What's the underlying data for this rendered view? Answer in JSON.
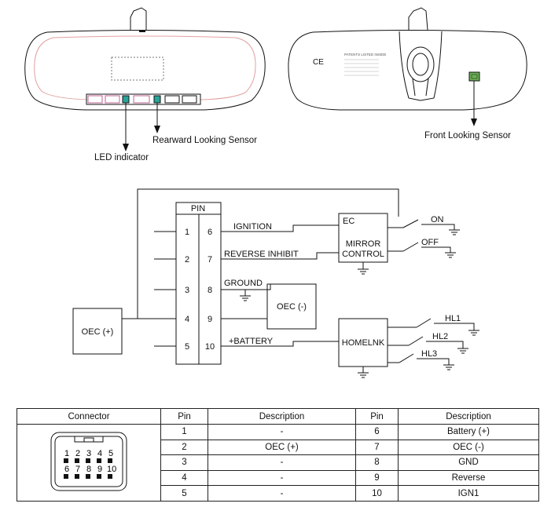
{
  "labels": {
    "rearward_sensor": "Rearward Looking Sensor",
    "led_indicator": "LED indicator",
    "front_sensor": "Front Looking Sensor"
  },
  "mirror_back": {
    "patents_text": "PATENTS LISTED INSIDE"
  },
  "schematic": {
    "pin_header": "PIN",
    "left_pins": [
      "1",
      "2",
      "3",
      "4",
      "5"
    ],
    "right_pins": [
      "6",
      "7",
      "8",
      "9",
      "10"
    ],
    "signals": {
      "ignition": "IGNITION",
      "reverse_inhibit": "REVERSE INHIBIT",
      "ground": "GROUND",
      "battery": "+BATTERY"
    },
    "blocks": {
      "oec_plus": "OEC (+)",
      "oec_minus": "OEC (-)",
      "ec": "EC",
      "mirror_control_1": "MIRROR",
      "mirror_control_2": "CONTROL",
      "homelink": "HOMELNK"
    },
    "switches": {
      "on": "ON",
      "off": "OFF",
      "hl1": "HL1",
      "hl2": "HL2",
      "hl3": "HL3"
    }
  },
  "table": {
    "headers": [
      "Connector",
      "Pin",
      "Description",
      "Pin",
      "Description"
    ],
    "rows": [
      [
        "1",
        "-",
        "6",
        "Battery (+)"
      ],
      [
        "2",
        "OEC (+)",
        "7",
        "OEC (-)"
      ],
      [
        "3",
        "-",
        "8",
        "GND"
      ],
      [
        "4",
        "-",
        "9",
        "Reverse"
      ],
      [
        "5",
        "-",
        "10",
        "IGN1"
      ]
    ],
    "connector_top_pins": [
      "1",
      "2",
      "3",
      "4",
      "5"
    ],
    "connector_bottom_pins": [
      "6",
      "7",
      "8",
      "9",
      "10"
    ]
  },
  "colors": {
    "outline": "#111111",
    "mirror_trim": "#e2a0a0",
    "led_teal": "#2aa39a",
    "sensor_green": "#6fae5a"
  }
}
